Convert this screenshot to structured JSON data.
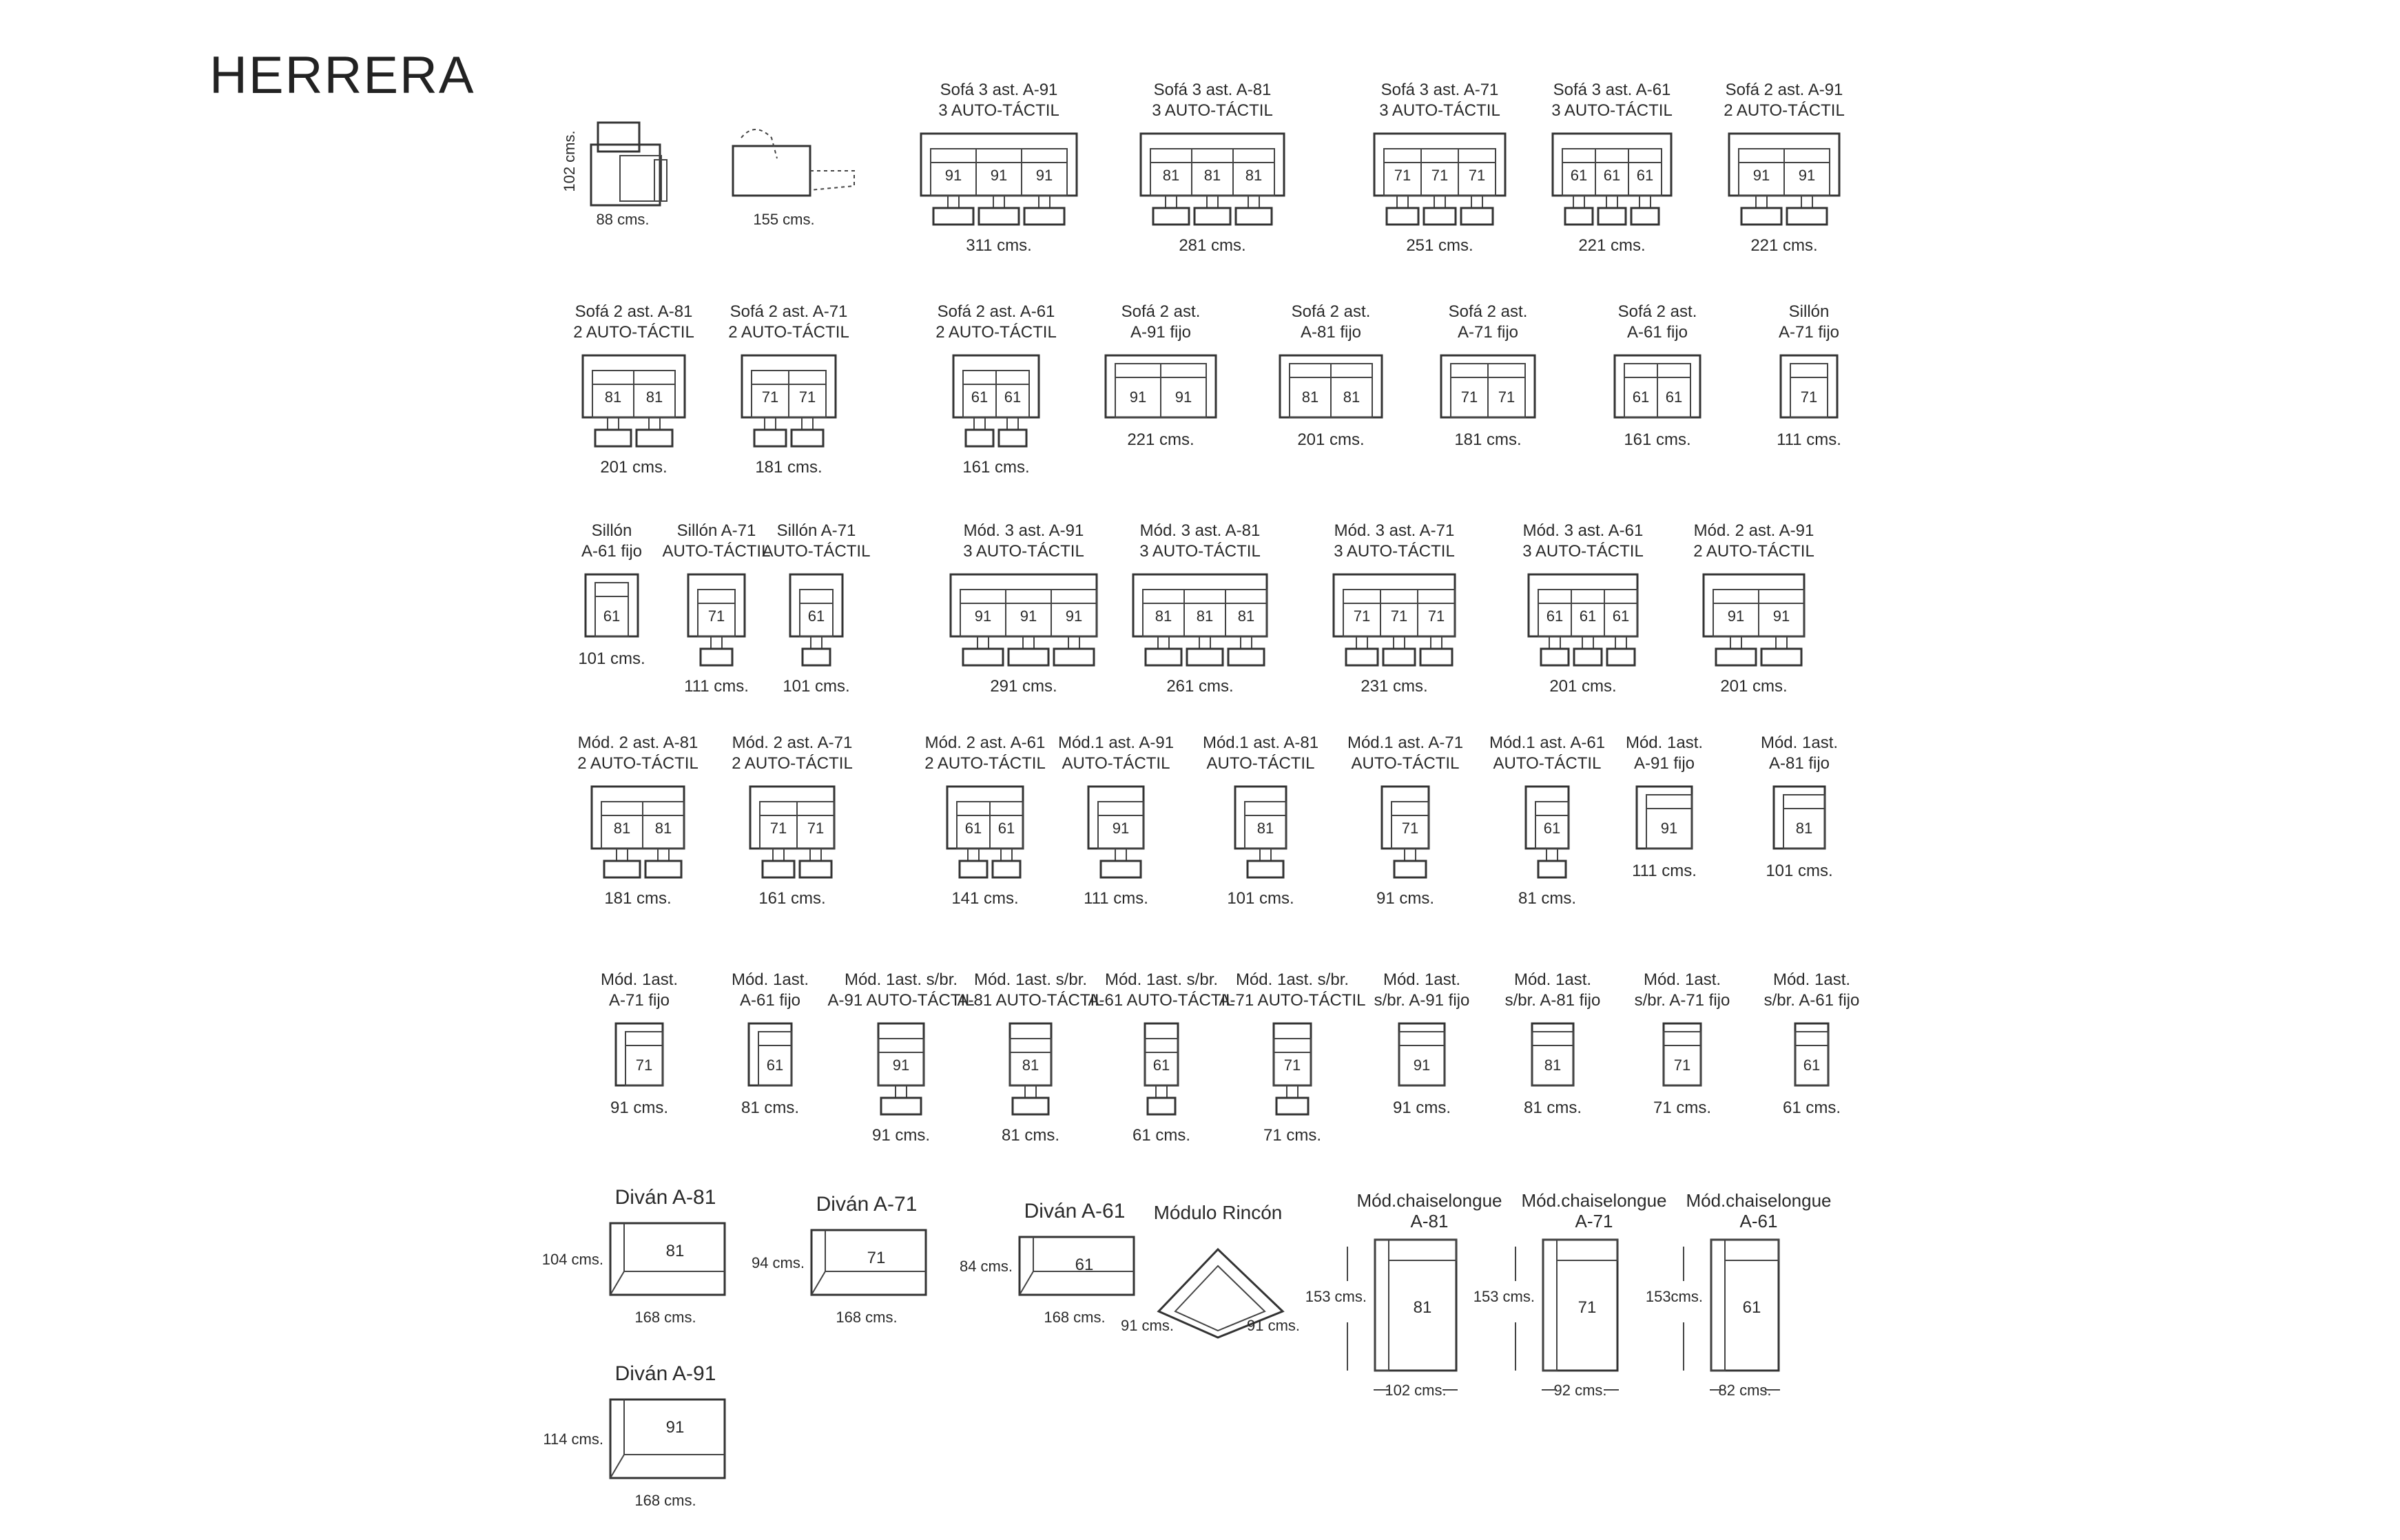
{
  "title": "HERRERA",
  "reference_icons": [
    {
      "label": "88 cms.",
      "vertical": "102 cms."
    },
    {
      "label": "155 cms."
    }
  ],
  "rows": [
    [
      {
        "t1": "Sofá 3 ast. A-91",
        "t2": "3 AUTO-TÁCTIL",
        "seats": [
          91,
          91,
          91
        ],
        "dim": "311 cms.",
        "type": "auto"
      },
      {
        "t1": "Sofá 3 ast. A-81",
        "t2": "3 AUTO-TÁCTIL",
        "seats": [
          81,
          81,
          81
        ],
        "dim": "281 cms.",
        "type": "auto"
      },
      {
        "t1": "Sofá 3 ast. A-71",
        "t2": "3 AUTO-TÁCTIL",
        "seats": [
          71,
          71,
          71
        ],
        "dim": "251 cms.",
        "type": "auto"
      },
      {
        "t1": "Sofá 3 ast. A-61",
        "t2": "3 AUTO-TÁCTIL",
        "seats": [
          61,
          61,
          61
        ],
        "dim": "221 cms.",
        "type": "auto"
      },
      {
        "t1": "Sofá 2 ast. A-91",
        "t2": "2 AUTO-TÁCTIL",
        "seats": [
          91,
          91
        ],
        "dim": "221 cms.",
        "type": "auto"
      }
    ],
    [
      {
        "t1": "Sofá 2 ast. A-81",
        "t2": "2 AUTO-TÁCTIL",
        "seats": [
          81,
          81
        ],
        "dim": "201 cms.",
        "type": "auto"
      },
      {
        "t1": "Sofá 2 ast. A-71",
        "t2": "2 AUTO-TÁCTIL",
        "seats": [
          71,
          71
        ],
        "dim": "181 cms.",
        "type": "auto"
      },
      {
        "t1": "Sofá 2 ast. A-61",
        "t2": "2 AUTO-TÁCTIL",
        "seats": [
          61,
          61
        ],
        "dim": "161 cms.",
        "type": "auto"
      },
      {
        "t1": "Sofá 2 ast.",
        "t2": "A-91 fijo",
        "seats": [
          91,
          91
        ],
        "dim": "221 cms.",
        "type": "fixed"
      },
      {
        "t1": "Sofá 2 ast.",
        "t2": "A-81 fijo",
        "seats": [
          81,
          81
        ],
        "dim": "201 cms.",
        "type": "fixed"
      },
      {
        "t1": "Sofá 2 ast.",
        "t2": "A-71 fijo",
        "seats": [
          71,
          71
        ],
        "dim": "181 cms.",
        "type": "fixed"
      },
      {
        "t1": "Sofá 2 ast.",
        "t2": "A-61 fijo",
        "seats": [
          61,
          61
        ],
        "dim": "161 cms.",
        "type": "fixed"
      },
      {
        "t1": "Sillón",
        "t2": "A-71 fijo",
        "seats": [
          71
        ],
        "dim": "111 cms.",
        "type": "fixed"
      }
    ],
    [
      {
        "t1": "Sillón",
        "t2": "A-61 fijo",
        "seats": [
          61
        ],
        "dim": "101 cms.",
        "type": "fixed"
      },
      {
        "t1": "Sillón A-71",
        "t2": "AUTO-TÁCTIL",
        "seats": [
          71
        ],
        "dim": "111 cms.",
        "type": "auto"
      },
      {
        "t1": "Sillón A-71",
        "t2": "AUTO-TÁCTIL",
        "seats": [
          61
        ],
        "dim": "101 cms.",
        "type": "auto"
      },
      {
        "t1": "Mód. 3 ast. A-91",
        "t2": "3 AUTO-TÁCTIL",
        "seats": [
          91,
          91,
          91
        ],
        "dim": "291 cms.",
        "type": "mod"
      },
      {
        "t1": "Mód. 3 ast. A-81",
        "t2": "3 AUTO-TÁCTIL",
        "seats": [
          81,
          81,
          81
        ],
        "dim": "261 cms.",
        "type": "mod"
      },
      {
        "t1": "Mód. 3 ast. A-71",
        "t2": "3 AUTO-TÁCTIL",
        "seats": [
          71,
          71,
          71
        ],
        "dim": "231 cms.",
        "type": "mod"
      },
      {
        "t1": "Mód. 3 ast. A-61",
        "t2": "3 AUTO-TÁCTIL",
        "seats": [
          61,
          61,
          61
        ],
        "dim": "201 cms.",
        "type": "mod"
      },
      {
        "t1": "Mód. 2 ast. A-91",
        "t2": "2 AUTO-TÁCTIL",
        "seats": [
          91,
          91
        ],
        "dim": "201 cms.",
        "type": "mod"
      }
    ],
    [
      {
        "t1": "Mód. 2 ast. A-81",
        "t2": "2 AUTO-TÁCTIL",
        "seats": [
          81,
          81
        ],
        "dim": "181 cms.",
        "type": "mod"
      },
      {
        "t1": "Mód. 2 ast. A-71",
        "t2": "2 AUTO-TÁCTIL",
        "seats": [
          71,
          71
        ],
        "dim": "161 cms.",
        "type": "mod"
      },
      {
        "t1": "Mód. 2 ast. A-61",
        "t2": "2 AUTO-TÁCTIL",
        "seats": [
          61,
          61
        ],
        "dim": "141 cms.",
        "type": "mod"
      },
      {
        "t1": "Mód.1 ast. A-91",
        "t2": "AUTO-TÁCTIL",
        "seats": [
          91
        ],
        "dim": "111 cms.",
        "type": "mod1"
      },
      {
        "t1": "Mód.1 ast. A-81",
        "t2": "AUTO-TÁCTIL",
        "seats": [
          81
        ],
        "dim": "101 cms.",
        "type": "mod1"
      },
      {
        "t1": "Mód.1 ast. A-71",
        "t2": "AUTO-TÁCTIL",
        "seats": [
          71
        ],
        "dim": "91 cms.",
        "type": "mod1"
      },
      {
        "t1": "Mód.1 ast. A-61",
        "t2": "AUTO-TÁCTIL",
        "seats": [
          61
        ],
        "dim": "81 cms.",
        "type": "mod1"
      },
      {
        "t1": "Mód. 1ast.",
        "t2": "A-91 fijo",
        "seats": [
          91
        ],
        "dim": "111 cms.",
        "type": "mod1fixed"
      },
      {
        "t1": "Mód. 1ast.",
        "t2": "A-81 fijo",
        "seats": [
          81
        ],
        "dim": "101 cms.",
        "type": "mod1fixed"
      }
    ],
    [
      {
        "t1": "Mód. 1ast.",
        "t2": "A-71 fijo",
        "seats": [
          71
        ],
        "dim": "91 cms.",
        "type": "mod1fixed"
      },
      {
        "t1": "Mód. 1ast.",
        "t2": "A-61 fijo",
        "seats": [
          61
        ],
        "dim": "81 cms.",
        "type": "mod1fixed"
      },
      {
        "t1": "Mód. 1ast. s/br.",
        "t2": "A-91 AUTO-TÁCTIL",
        "seats": [
          91
        ],
        "dim": "91 cms.",
        "type": "sbauto"
      },
      {
        "t1": "Mód. 1ast. s/br.",
        "t2": "A-81 AUTO-TÁCTIL",
        "seats": [
          81
        ],
        "dim": "81 cms.",
        "type": "sbauto"
      },
      {
        "t1": "Mód. 1ast. s/br.",
        "t2": "A-61 AUTO-TÁCTIL",
        "seats": [
          61
        ],
        "dim": "61 cms.",
        "type": "sbauto"
      },
      {
        "t1": "Mód. 1ast. s/br.",
        "t2": "A-71 AUTO-TÁCTIL",
        "seats": [
          71
        ],
        "dim": "71 cms.",
        "type": "sbauto"
      },
      {
        "t1": "Mód. 1ast.",
        "t2": "s/br. A-91 fijo",
        "seats": [
          91
        ],
        "dim": "91 cms.",
        "type": "sbfixed"
      },
      {
        "t1": "Mód. 1ast.",
        "t2": "s/br. A-81 fijo",
        "seats": [
          81
        ],
        "dim": "81 cms.",
        "type": "sbfixed"
      },
      {
        "t1": "Mód. 1ast.",
        "t2": "s/br. A-71 fijo",
        "seats": [
          71
        ],
        "dim": "71 cms.",
        "type": "sbfixed"
      },
      {
        "t1": "Mód. 1ast.",
        "t2": "s/br. A-61 fijo",
        "seats": [
          61
        ],
        "dim": "61 cms.",
        "type": "sbfixed"
      }
    ]
  ],
  "divans": [
    {
      "title": "Diván A-81",
      "seat": "81",
      "depth": "104 cms.",
      "width": "168 cms."
    },
    {
      "title": "Diván A-71",
      "seat": "71",
      "depth": "94 cms.",
      "width": "168 cms."
    },
    {
      "title": "Diván A-61",
      "seat": "61",
      "depth": "84 cms.",
      "width": "168 cms."
    }
  ],
  "corner": {
    "title": "Módulo Rincón",
    "left": "91 cms.",
    "right": "91 cms."
  },
  "chaises": [
    {
      "t1": "Mód.chaiselongue",
      "t2": "A-81",
      "seat": "81",
      "depth": "153 cms.",
      "width": "102 cms."
    },
    {
      "t1": "Mód.chaiselongue",
      "t2": "A-71",
      "seat": "71",
      "depth": "153 cms.",
      "width": "92 cms."
    },
    {
      "t1": "Mód.chaiselongue",
      "t2": "A-61",
      "seat": "61",
      "depth": "153cms.",
      "width": "82 cms."
    }
  ],
  "divan_extra": {
    "title": "Diván A-91",
    "seat": "91",
    "depth": "114 cms.",
    "width": "168 cms."
  }
}
